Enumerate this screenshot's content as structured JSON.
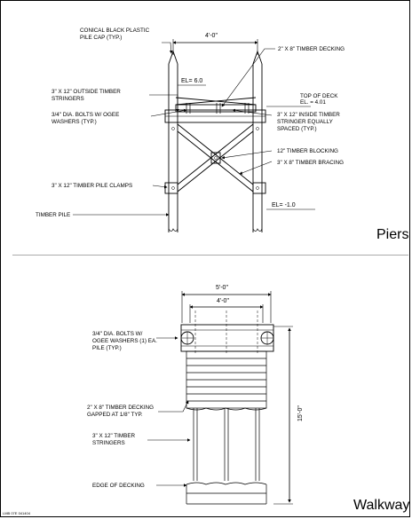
{
  "piers": {
    "title": "Piers",
    "labels": {
      "pile_cap": [
        "CONICAL BLACK PLASTIC",
        "PILE CAP (TYP.)"
      ],
      "dim_width": "4'-0\"",
      "el_top": "EL= 6.0",
      "decking": "2\" X 8\" TIMBER DECKING",
      "outside_stringers": [
        "3\" X 12\" OUTSIDE TIMBER",
        "STRINGERS"
      ],
      "top_of_deck": [
        "TOP OF DECK",
        "EL. = 4.01"
      ],
      "bolts": [
        "3/4\" DIA. BOLTS W/ OGEE",
        "WASHERS (TYP.)"
      ],
      "inside_stringer": [
        "3\" X 12\" INSIDE TIMBER",
        "STRINGER EQUALLY",
        "SPACED (TYP.)"
      ],
      "blocking": "12\" TIMBER BLOCKING",
      "bracing": "3\" X 8\" TIMBER BRACING",
      "pile_clamps": "3\" X 12\" TIMBER PILE CLAMPS",
      "el_bottom": "EL= -1.0",
      "timber_pile": "TIMBER PILE"
    }
  },
  "walkway": {
    "title": "Walkway",
    "labels": {
      "dim_outer": "5'-0\"",
      "dim_inner": "4'-0\"",
      "bolts": [
        "3/4\" DIA. BOLTS W/",
        "OGEE WASHERS (1) EA.",
        "PILE (TYP.)"
      ],
      "decking": [
        "2\" X 8\" TIMBER DECKING",
        "GAPPED AT 1/8\" TYP."
      ],
      "stringers": [
        "3\" X 12\" TIMBER",
        "STRINGERS"
      ],
      "length": "15'-0\"",
      "edge": "EDGE OF DECKING"
    }
  },
  "footer": {
    "ref": "LMB 07E 041404"
  }
}
